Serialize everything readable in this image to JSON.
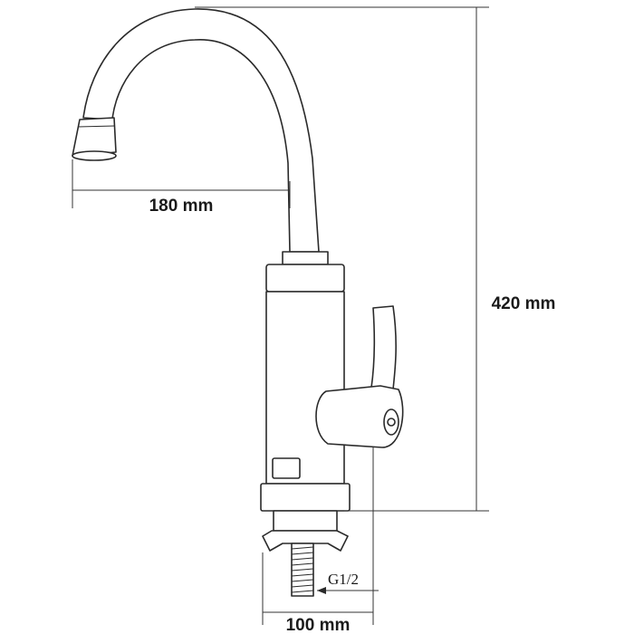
{
  "diagram": {
    "dimensions": {
      "spout_reach": "180 mm",
      "total_height": "420 mm",
      "base_width": "100 mm",
      "thread": "G1/2"
    },
    "colors": {
      "line": "#2a2a2a",
      "background": "#ffffff"
    }
  }
}
